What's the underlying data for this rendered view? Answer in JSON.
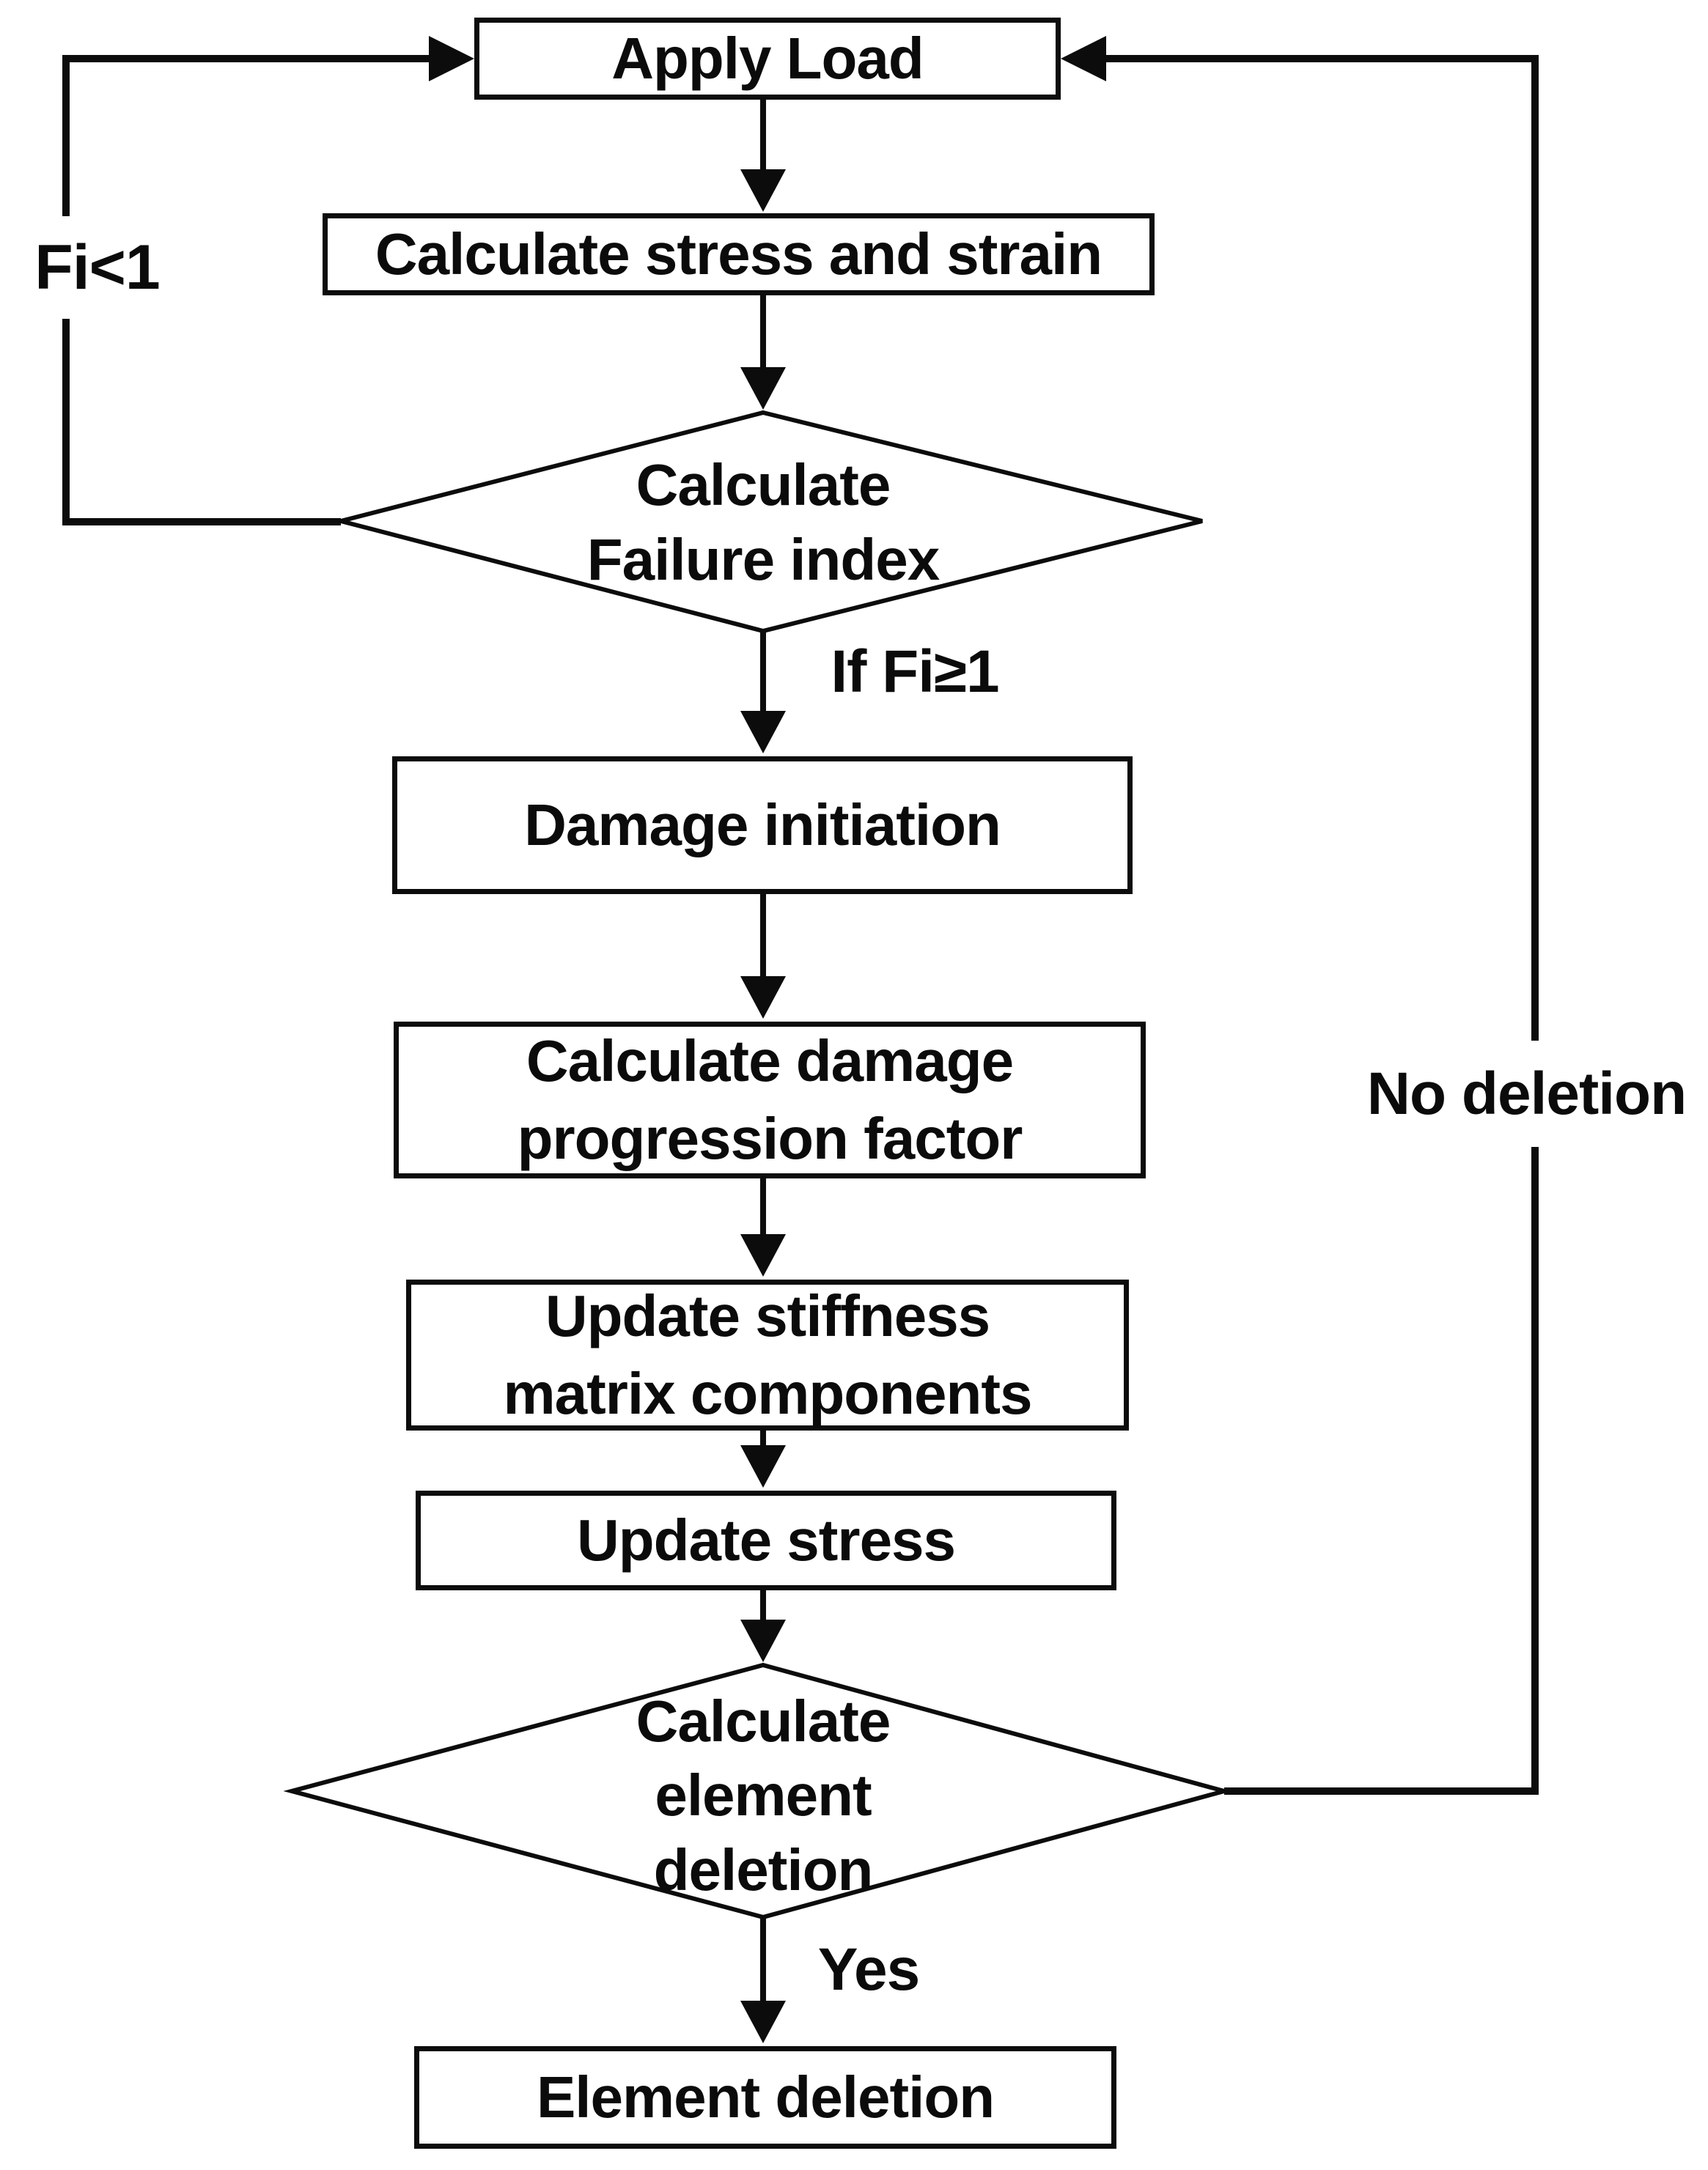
{
  "figure": {
    "type": "flowchart",
    "background_color": "#ffffff",
    "line_color": "#0c0c0c",
    "text_color": "#0b0b0b",
    "nodes": {
      "apply_load": {
        "shape": "rect",
        "label": "Apply Load"
      },
      "calculate_stress_strain": {
        "shape": "rect",
        "label": "Calculate stress and strain"
      },
      "calculate_failure_index": {
        "shape": "diamond",
        "lines": [
          "Calculate",
          "Failure index"
        ]
      },
      "damage_initiation": {
        "shape": "rect",
        "label": "Damage initiation"
      },
      "calculate_damage_progression_factor": {
        "shape": "rect",
        "lines": [
          "Calculate damage",
          "progression factor"
        ]
      },
      "update_stiffness_matrix_components": {
        "shape": "rect",
        "lines": [
          "Update stiffness",
          "matrix components"
        ]
      },
      "update_stress": {
        "shape": "rect",
        "label": "Update stress"
      },
      "calculate_element_deletion": {
        "shape": "diamond",
        "lines": [
          "Calculate",
          "element",
          "deletion"
        ]
      },
      "element_deletion": {
        "shape": "rect",
        "label": "Element deletion"
      }
    },
    "edge_labels": {
      "fi_less_than_1": "Fi<1",
      "if_fi_greater_equal_1": "If Fi≥1",
      "no_deletion": "No deletion",
      "yes": "Yes"
    }
  }
}
